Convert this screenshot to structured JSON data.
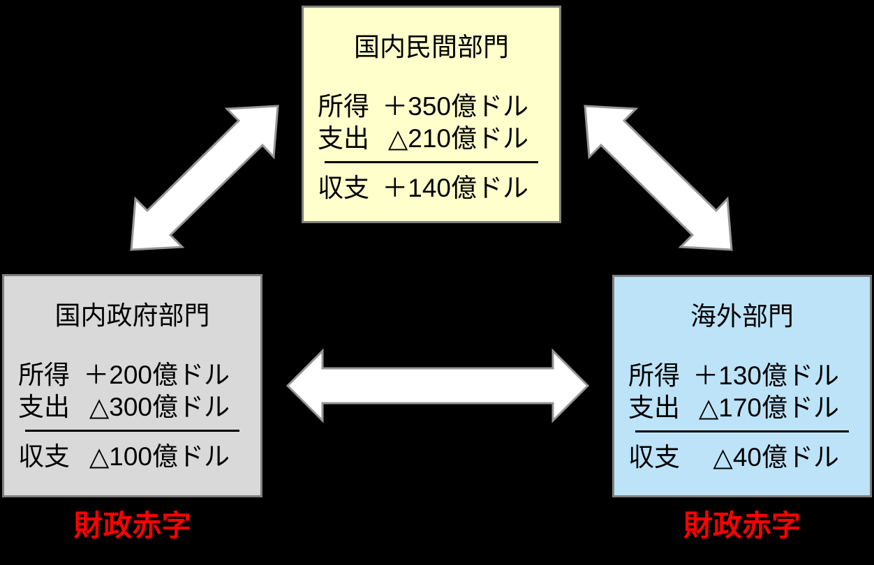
{
  "canvas": {
    "background": "#000000"
  },
  "colors": {
    "private_fill": "#FFFFCC",
    "government_fill": "#D9D9D9",
    "overseas_fill": "#BDE3F8",
    "box_border": "#808080",
    "separator_line": "#000000",
    "arrow_fill": "#FFFFFF",
    "arrow_outline": "#969696",
    "deficit_text": "#FF0000",
    "body_text": "#000000"
  },
  "boxes": {
    "private": {
      "title": "国内民間部門",
      "income": {
        "label": "所得",
        "value": "＋350億ドル"
      },
      "expense": {
        "label": "支出",
        "value": "△210億ドル"
      },
      "balance": {
        "label": "収支",
        "value": "＋140億ドル"
      }
    },
    "government": {
      "title": "国内政府部門",
      "income": {
        "label": "所得",
        "value": "＋200億ドル"
      },
      "expense": {
        "label": "支出",
        "value": "△300億ドル"
      },
      "balance": {
        "label": "収支",
        "value": "△100億ドル"
      },
      "footnote": "財政赤字"
    },
    "overseas": {
      "title": "海外部門",
      "income": {
        "label": "所得",
        "value": "＋130億ドル"
      },
      "expense": {
        "label": "支出",
        "value": "△170億ドル"
      },
      "balance": {
        "label": "収支",
        "value": "△40億ドル"
      },
      "footnote": "財政赤字"
    }
  },
  "arrows": [
    {
      "between": [
        "国内民間部門",
        "国内政府部門"
      ],
      "style": "double-headed"
    },
    {
      "between": [
        "国内民間部門",
        "海外部門"
      ],
      "style": "double-headed"
    },
    {
      "between": [
        "国内政府部門",
        "海外部門"
      ],
      "style": "double-headed"
    }
  ]
}
